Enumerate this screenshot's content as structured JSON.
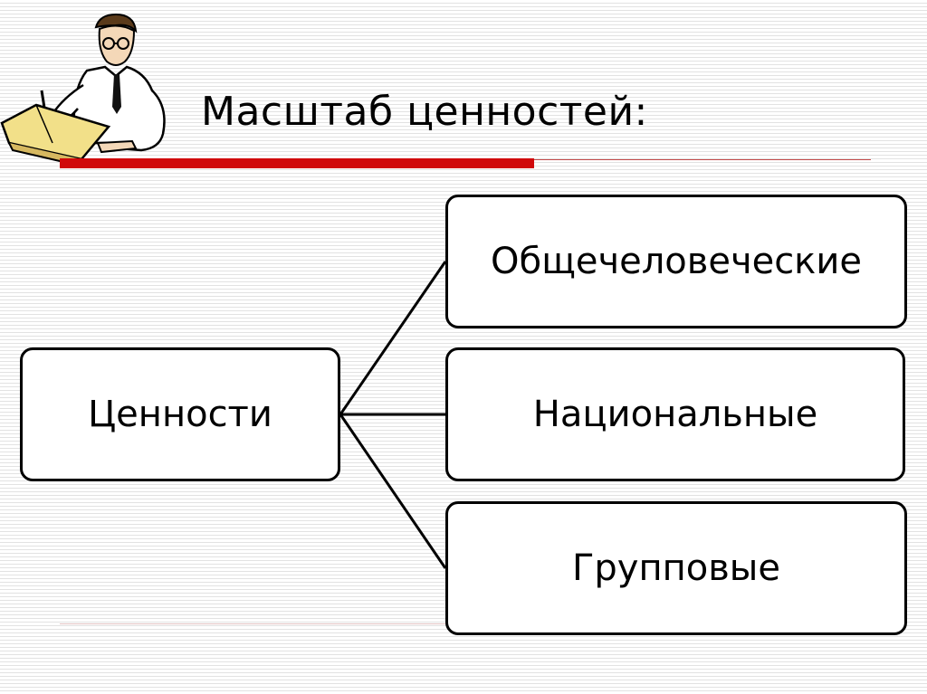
{
  "slide": {
    "title": "Масштаб ценностей:"
  },
  "diagram": {
    "root": "Ценности",
    "branches": [
      "Общечеловеческие",
      "Национальные",
      "Групповые"
    ]
  },
  "decoration": {
    "clipart_icon": "scholar-writing-clipart",
    "accent_color": "#d0090b"
  }
}
